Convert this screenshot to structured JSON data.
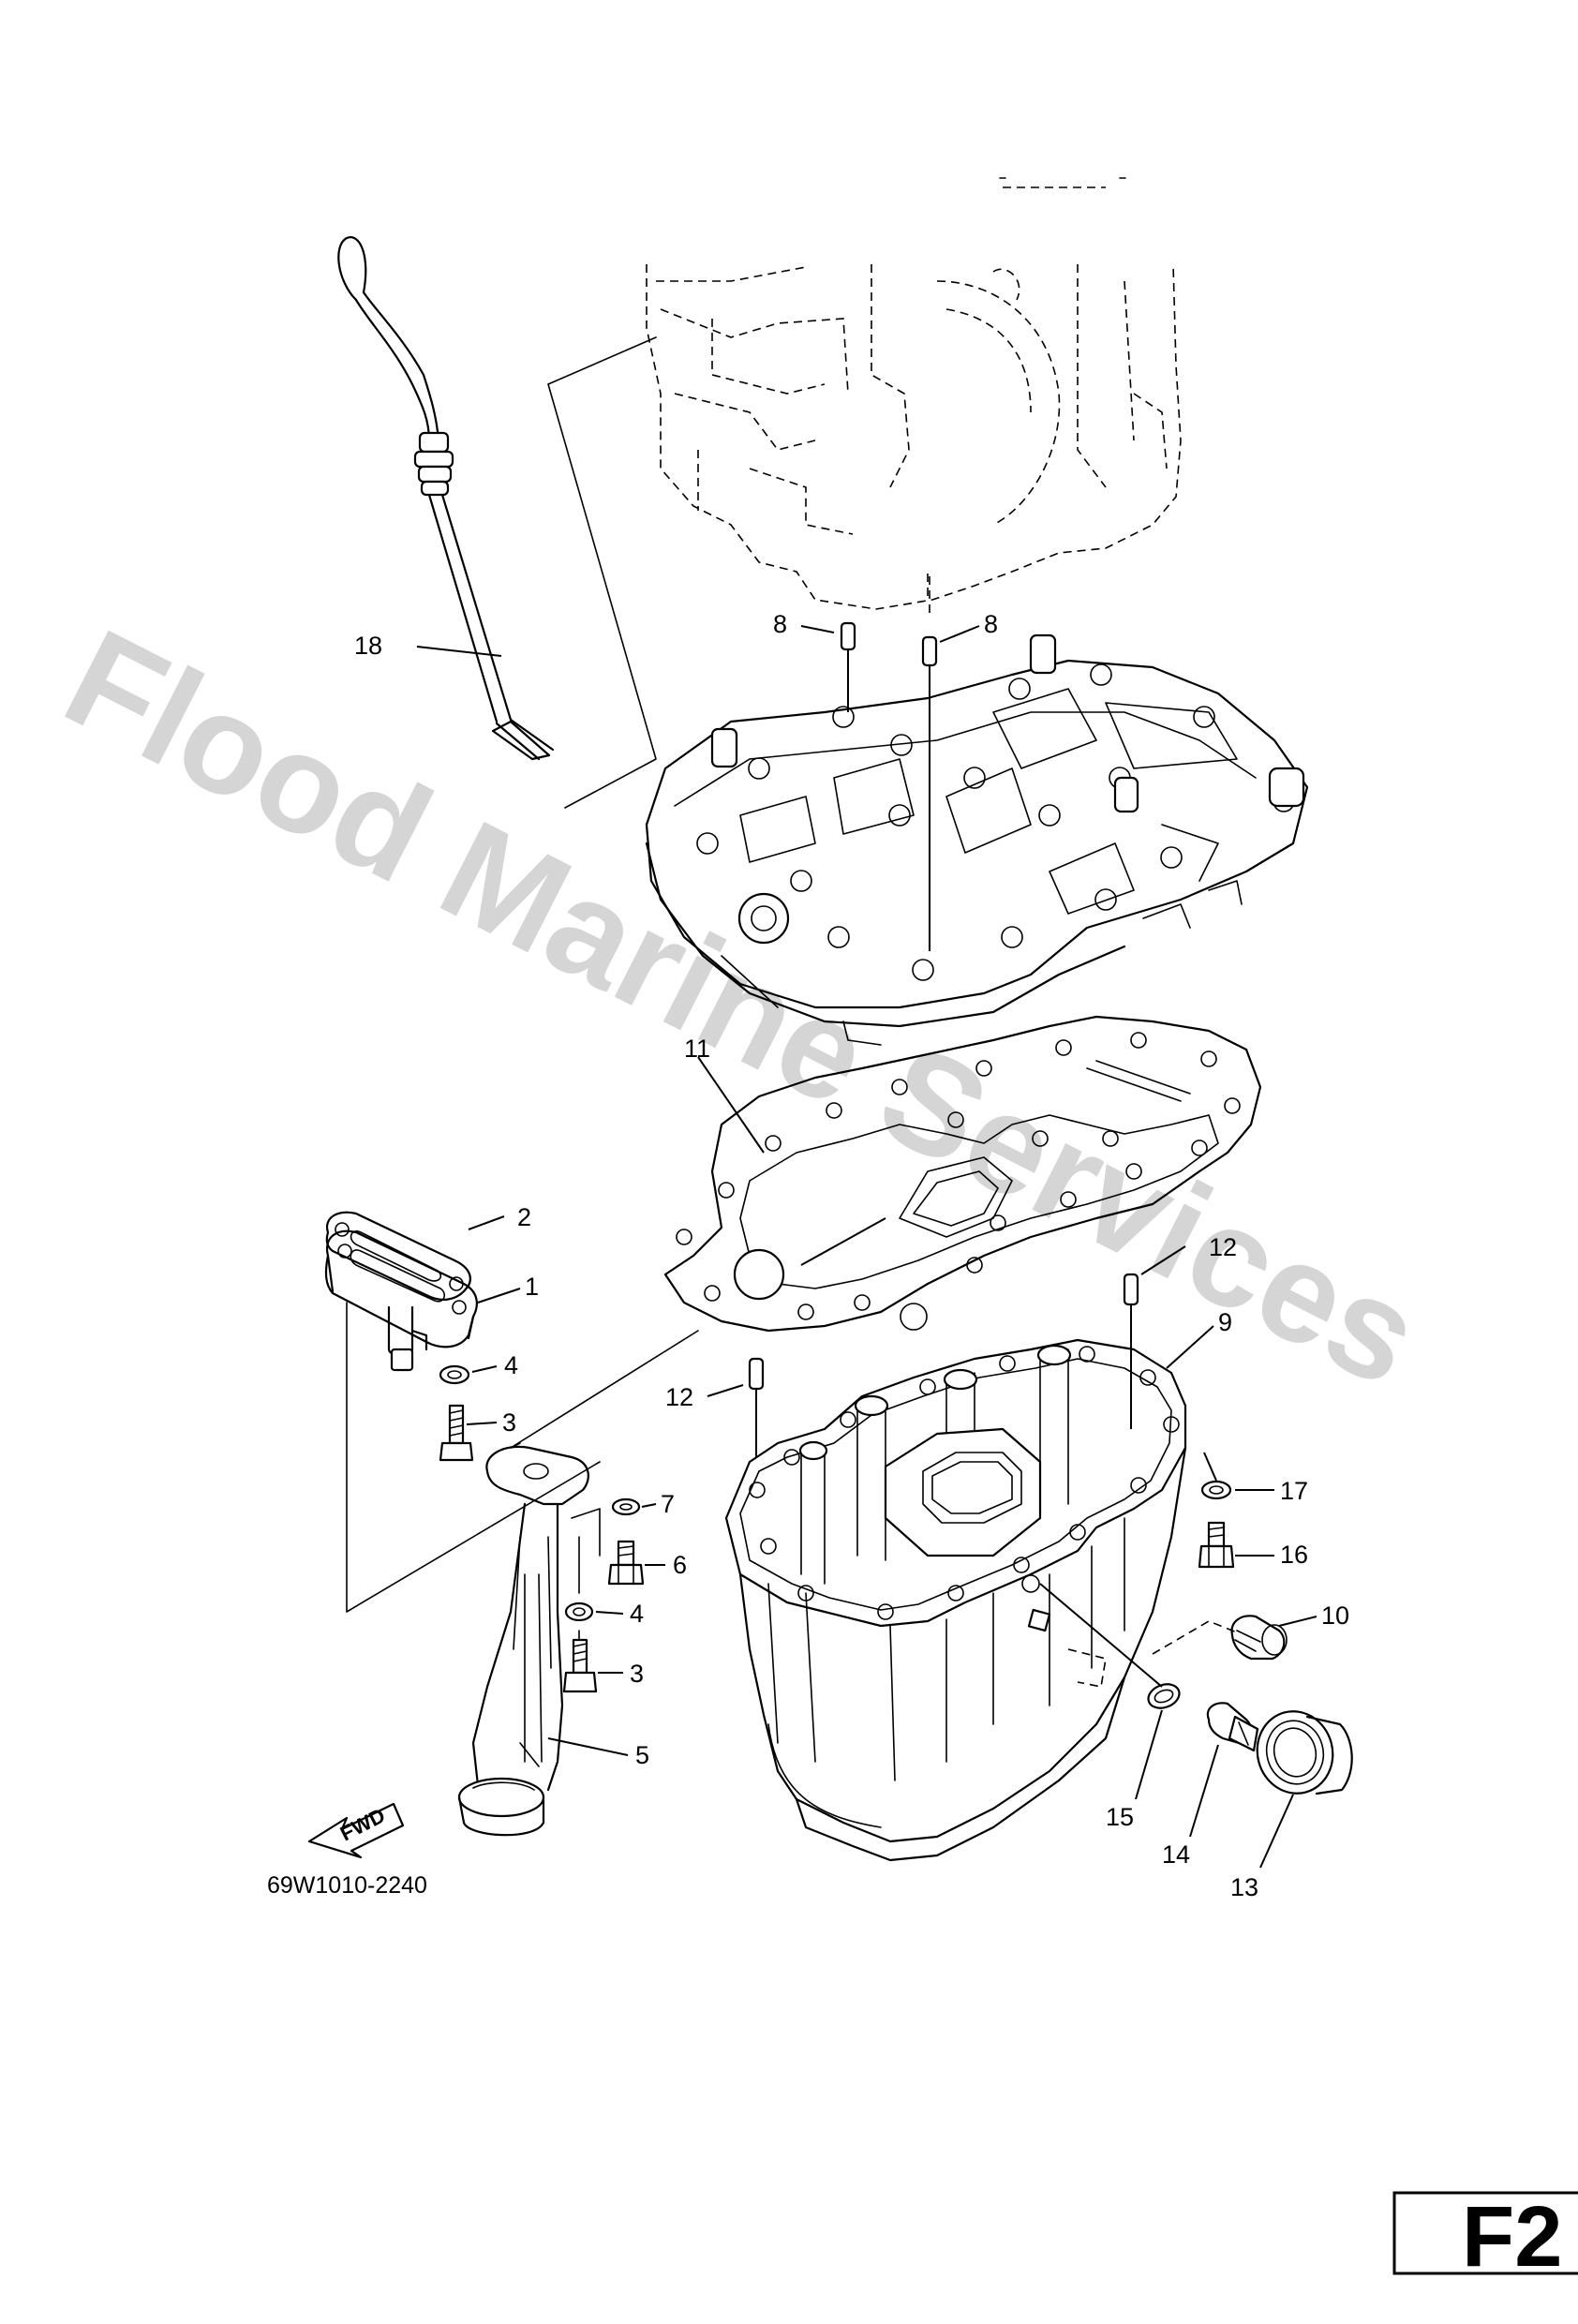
{
  "diagram": {
    "part_number": "69W1010-2240",
    "page_code": "F2",
    "watermark": "Flood Marine Services",
    "fwd_label": "FWD",
    "callouts": {
      "c1": "1",
      "c2": "2",
      "c3a": "3",
      "c3b": "3",
      "c4a": "4",
      "c4b": "4",
      "c5": "5",
      "c6": "6",
      "c7": "7",
      "c8a": "8",
      "c8b": "8",
      "c9": "9",
      "c10": "10",
      "c11": "11",
      "c12a": "12",
      "c12b": "12",
      "c13": "13",
      "c14": "14",
      "c15": "15",
      "c16": "16",
      "c17": "17",
      "c18": "18"
    }
  }
}
